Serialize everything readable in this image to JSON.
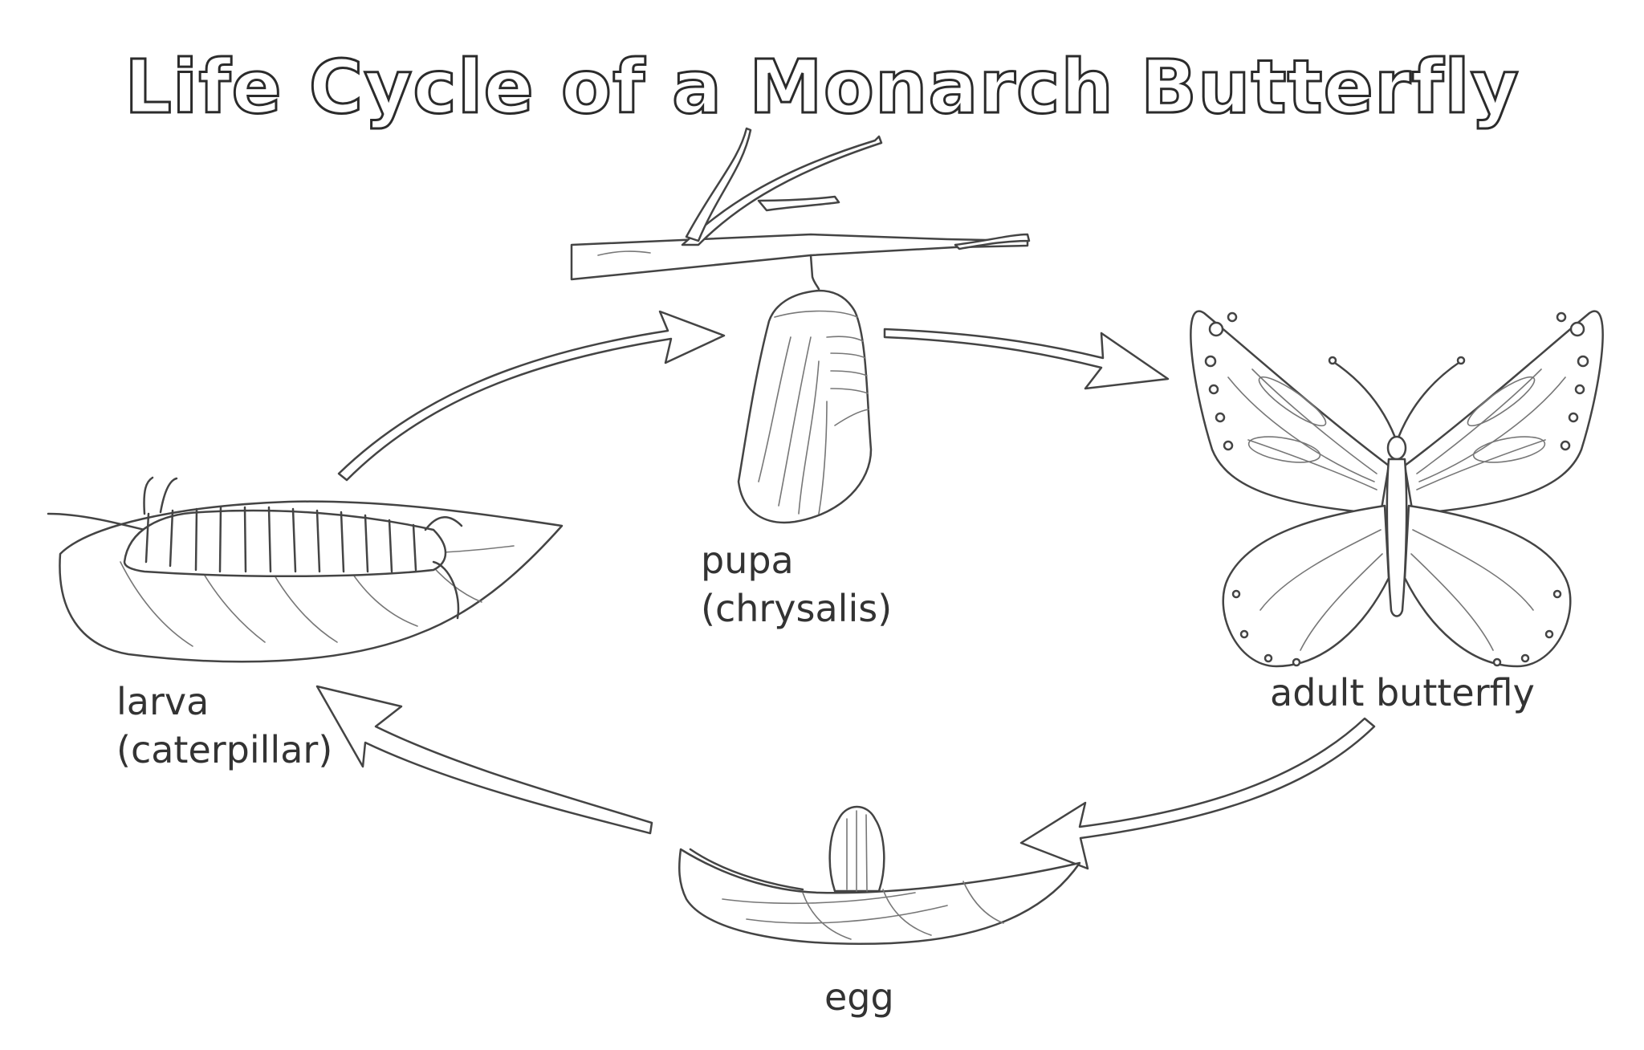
{
  "title": "Life Cycle of a Monarch Butterfly",
  "stages": {
    "pupa": {
      "line1": "pupa",
      "line2": "(chrysalis)"
    },
    "adult": {
      "line1": "adult butterfly"
    },
    "egg": {
      "line1": "egg"
    },
    "larva": {
      "line1": "larva",
      "line2": "(caterpillar)"
    }
  }
}
